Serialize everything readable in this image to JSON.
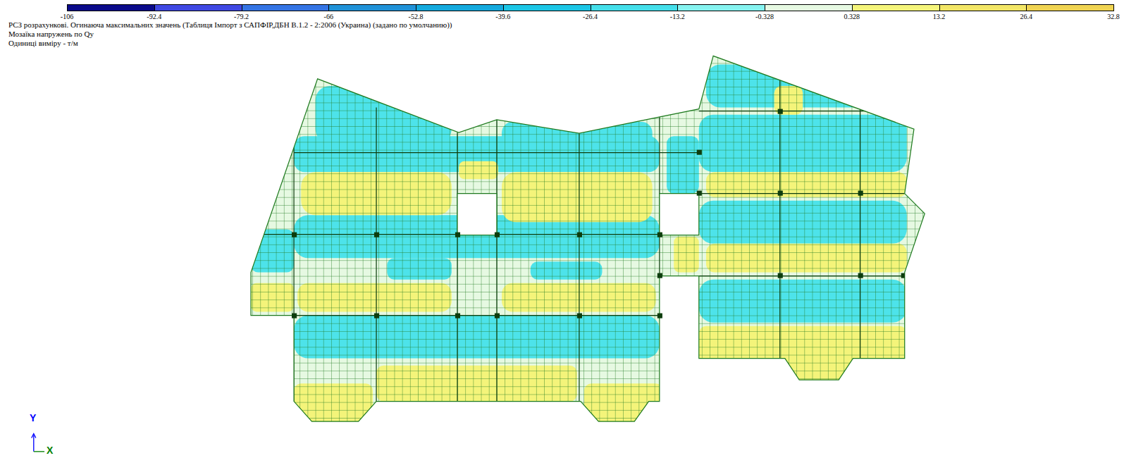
{
  "diagram": {
    "labels": [
      "РСЗ розрахункові. Огинаюча максимальних значень (Таблиця Імпорт з САПФІР,ДБН В.1.2 - 2:2006 (Украина) (задано по умолчанию))",
      "Мозаїка напружень по Qy",
      "Одиниці виміру - т/м",
      "32.8",
      "Y",
      "X"
    ],
    "legend": [
      {
        "text": "-106",
        "color": "#0a0a8a"
      },
      {
        "text": "-92.4",
        "color": "#3f48e3"
      },
      {
        "text": "-79.2",
        "color": "#3474e4"
      },
      {
        "text": "-66",
        "color": "#1f92d8"
      },
      {
        "text": "-52.8",
        "color": "#14aade"
      },
      {
        "text": "-39.6",
        "color": "#1bc6e6"
      },
      {
        "text": "-26.4",
        "color": "#44dfea"
      },
      {
        "text": "-13.2",
        "color": "#86f3f0"
      },
      {
        "text": "-0.328",
        "color": "#e6f9e2"
      },
      {
        "text": "0.328",
        "color": "#f4f47a"
      },
      {
        "text": "13.2",
        "color": "#f2e666"
      },
      {
        "text": "26.4",
        "color": "#f0d452"
      }
    ]
  }
}
